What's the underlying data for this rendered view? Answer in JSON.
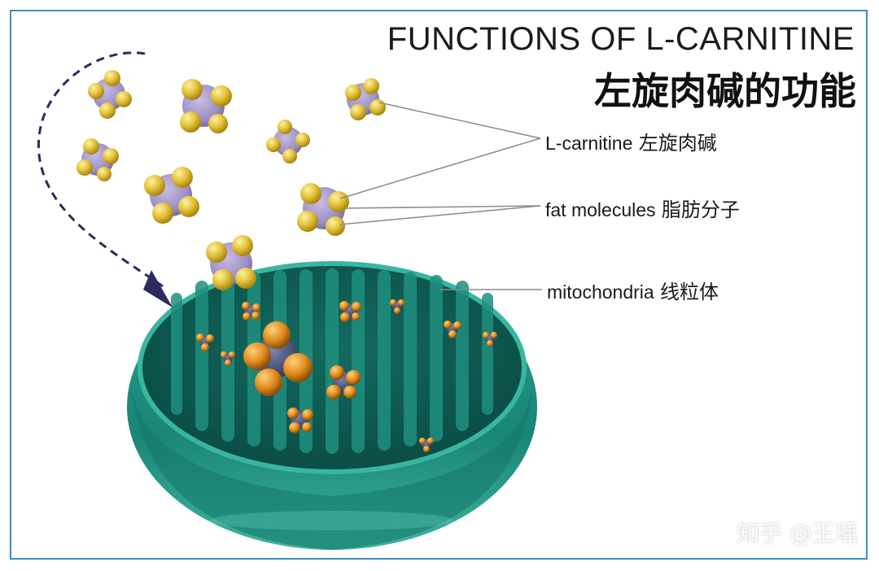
{
  "title_en": "FUNCTIONS OF L-CARNITINE",
  "title_cn": "左旋肉碱的功能",
  "labels": {
    "carnitine_en": "L-carnitine",
    "carnitine_cn": "左旋肉碱",
    "fat_en": "fat molecules",
    "fat_cn": "脂肪分子",
    "mito_en": "mitochondria",
    "mito_cn": "线粒体"
  },
  "watermark": "知乎 @王瑶",
  "colors": {
    "frame": "#3b8fc6",
    "mito_outer": "#1d8a7c",
    "mito_inner": "#0f5e55",
    "molecule_core": "#9c8fc4",
    "molecule_ball": "#e2c13a",
    "inner_ball": "#e08a1c",
    "arrow": "#2c2a5e"
  }
}
